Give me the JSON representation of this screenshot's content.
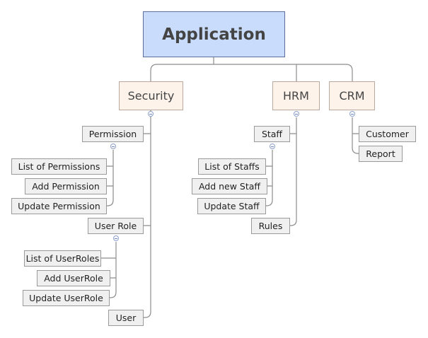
{
  "root": {
    "label": "Application"
  },
  "branches": {
    "security": {
      "label": "Security"
    },
    "hrm": {
      "label": "HRM"
    },
    "crm": {
      "label": "CRM"
    }
  },
  "security": {
    "permission": "Permission",
    "list_of_permissions": "List of Permissions",
    "add_permission": "Add Permission",
    "update_permission": "Update Permission",
    "user_role": "User Role",
    "list_of_userroles": "List of UserRoles",
    "add_userrole": "Add UserRole",
    "update_userrole": "Update UserRole",
    "user": "User"
  },
  "hrm": {
    "staff": "Staff",
    "list_of_staffs": "List of Staffs",
    "add_new_staff": "Add new Staff",
    "update_staff": "Update Staff",
    "rules": "Rules"
  },
  "crm": {
    "customer": "Customer",
    "report": "Report"
  }
}
